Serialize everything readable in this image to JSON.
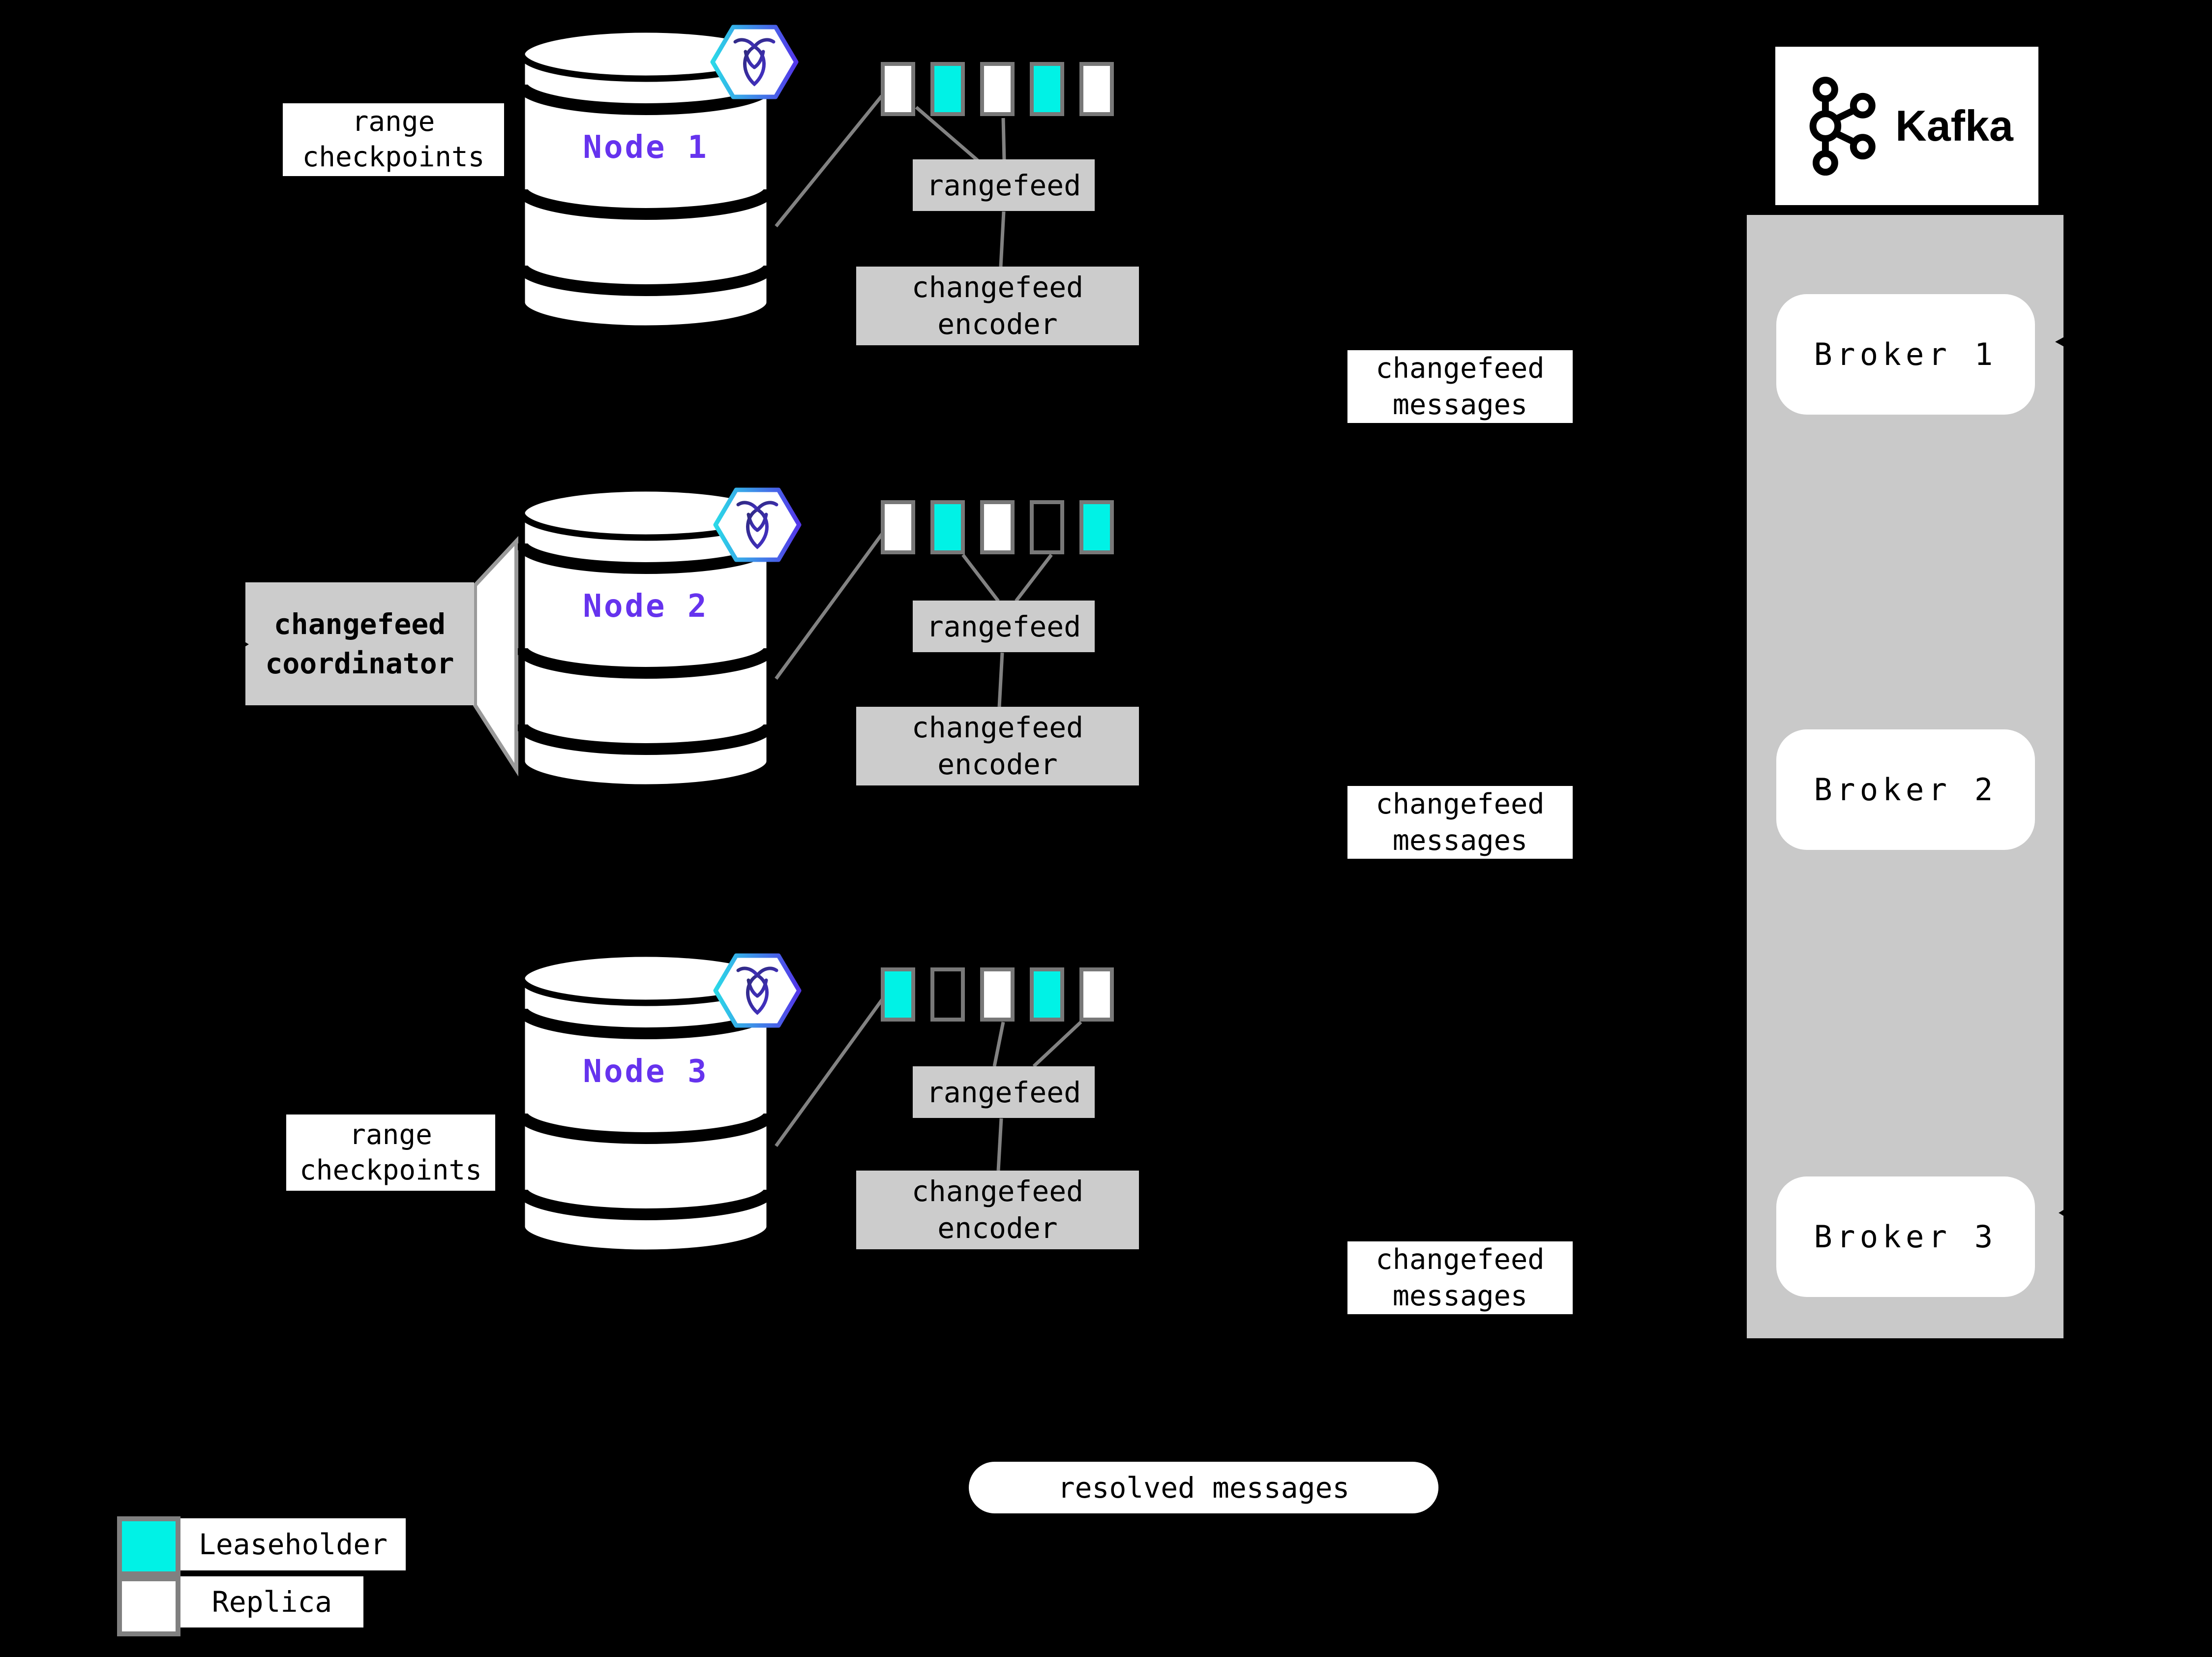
{
  "nodes": [
    {
      "label": "Node 1",
      "squares": [
        "replica",
        "leaseholder",
        "replica",
        "leaseholder",
        "replica"
      ]
    },
    {
      "label": "Node 2",
      "squares": [
        "replica",
        "leaseholder",
        "replica",
        "empty",
        "leaseholder"
      ]
    },
    {
      "label": "Node 3",
      "squares": [
        "leaseholder",
        "empty",
        "replica",
        "leaseholder",
        "replica"
      ]
    }
  ],
  "labels": {
    "range_checkpoints": {
      "line1": "range",
      "line2": "checkpoints"
    },
    "rangefeed": "rangefeed",
    "changefeed_encoder": {
      "line1": "changefeed",
      "line2": "encoder"
    },
    "changefeed_messages": {
      "line1": "changefeed",
      "line2": "messages"
    },
    "changefeed_coordinator": {
      "line1": "changefeed",
      "line2": "coordinator"
    },
    "resolved_messages": "resolved messages"
  },
  "kafka": {
    "title": "Kafka",
    "brokers": [
      {
        "label": "Broker 1"
      },
      {
        "label": "Broker 2"
      },
      {
        "label": "Broker 3"
      }
    ]
  },
  "legend": {
    "items": [
      {
        "label": "Leaseholder",
        "color": "#00F2E6"
      },
      {
        "label": "Replica",
        "color": "#FFFFFF"
      }
    ]
  },
  "colors": {
    "background": "#000000",
    "leaseholder_cyan": "#00F2E6",
    "replica_white": "#FFFFFF",
    "empty_black": "#000000",
    "node_label_purple": "#6633EE",
    "box_gray": "#CCCCCC",
    "kafka_container_gray": "#C9C9C9",
    "border_gray": "#808080",
    "line_gray": "#828282"
  }
}
